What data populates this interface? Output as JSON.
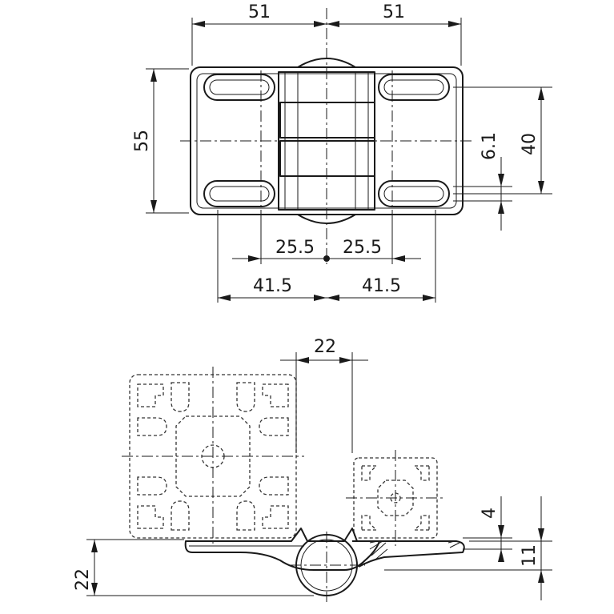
{
  "dimensions": {
    "top_left_width": "51",
    "top_right_width": "51",
    "height_left": "55",
    "height_right": "40",
    "slot_offset": "6.1",
    "hole_spacing_left": "25.5",
    "hole_spacing_right": "25.5",
    "span_left": "41.5",
    "span_right": "41.5",
    "side_gap": "22",
    "side_height": "22",
    "thickness_small": "4",
    "thickness_large": "11"
  }
}
